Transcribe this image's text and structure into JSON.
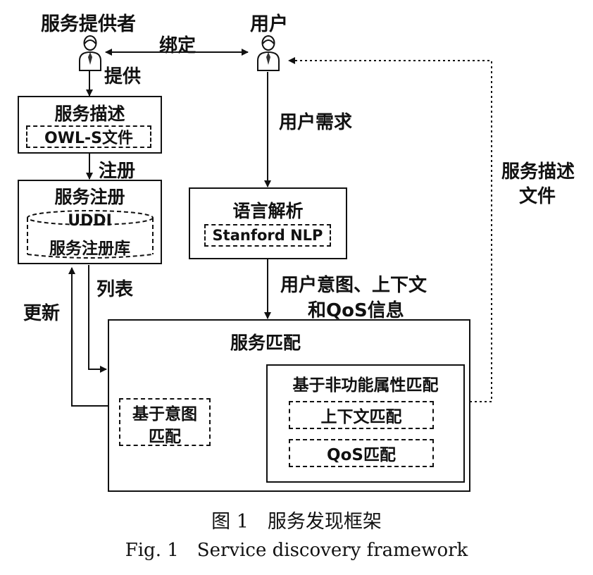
{
  "actors": {
    "provider_label": "服务提供者",
    "user_label": "用户"
  },
  "edges": {
    "bind": "绑定",
    "provide": "提供",
    "register": "注册",
    "user_request": "用户需求",
    "list_to_match": "列表",
    "update": "更新",
    "intent_context_line1": "用户意图、上下文",
    "intent_context_line2": "和QoS信息",
    "list_inner": "列表",
    "service_desc_file_line1": "服务描述",
    "service_desc_file_line2": "文件"
  },
  "boxes": {
    "service_description": {
      "title": "服务描述",
      "inner": "OWL-S文件"
    },
    "service_registry": {
      "title": "服务注册",
      "inner_line1": "UDDI",
      "inner_line2": "服务注册库"
    },
    "language_parsing": {
      "title": "语言解析",
      "inner": "Stanford NLP"
    },
    "service_matching": {
      "title": "服务匹配",
      "intent_match_line1": "基于意图",
      "intent_match_line2": "匹配",
      "nonfunctional_title": "基于非功能属性匹配",
      "context_match": "上下文匹配",
      "qos_match": "QoS匹配"
    }
  },
  "caption": {
    "cn": "图 1　服务发现框架",
    "en": "Fig. 1　Service discovery framework"
  }
}
